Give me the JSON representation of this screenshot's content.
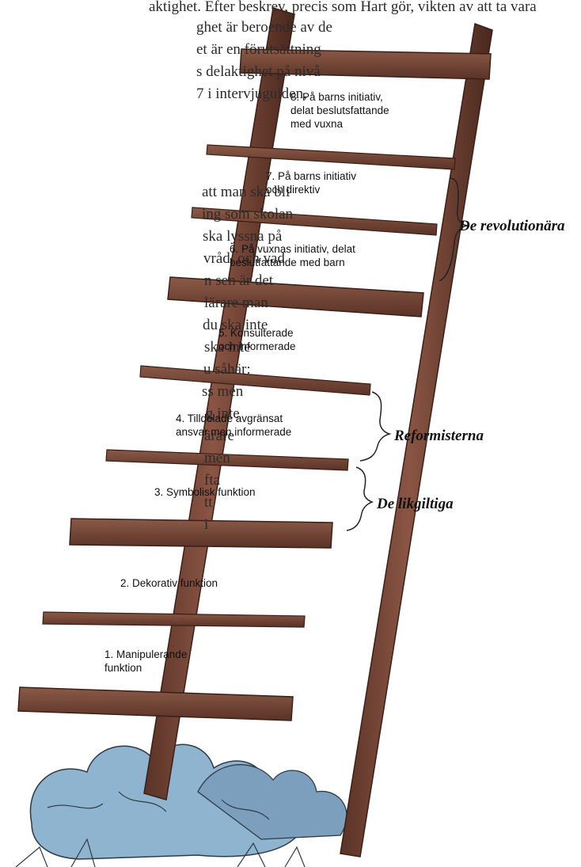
{
  "paragraph_top": {
    "line_0": "aktighet. Efter beskrev, precis som Hart gör, vikten av att ta vara",
    "line_1": "ghet är beroende av de",
    "line_2": "et är en förutsättning",
    "line_3": "s delaktighet på nivå",
    "line_4": "7 i intervjuguiden,"
  },
  "paragraph_left": [
    "att man ska bli",
    "ing som skolan",
    "ska lyssna på",
    "vråd, och vad",
    "n sen är det",
    "lärare man",
    "du ska inte",
    "ska inte",
    "u såhär:",
    "ss men",
    "g inte",
    "ärare",
    "men",
    "fta",
    "tt",
    "i"
  ],
  "ladder": {
    "rungs": [
      {
        "label": "8. På barns initiativ,\ndelat beslutsfattande\nmed vuxna"
      },
      {
        "label": "7. På barns initiativ\noch direktiv"
      },
      {
        "label": "6. På vuxnas initiativ, delat\nbeslutfattande med barn"
      },
      {
        "label": "5. Konsulterade\noch informerade"
      },
      {
        "label": "4. Tilldelade avgränsat\nansvar men informerade"
      },
      {
        "label": "3. Symbolisk funktion"
      },
      {
        "label": "2. Dekorativ funktion"
      },
      {
        "label": "1. Manipulerande\nfunktion"
      }
    ],
    "groups": {
      "revolutionary": "De revolutionära",
      "reformist": "Reformisterna",
      "indifferent": "De likgiltiga"
    }
  },
  "colors": {
    "wood": "#7a4a3a",
    "wood_dark": "#4e2c22",
    "bush": "#7fa6c4",
    "text": "#2b2b2b"
  }
}
